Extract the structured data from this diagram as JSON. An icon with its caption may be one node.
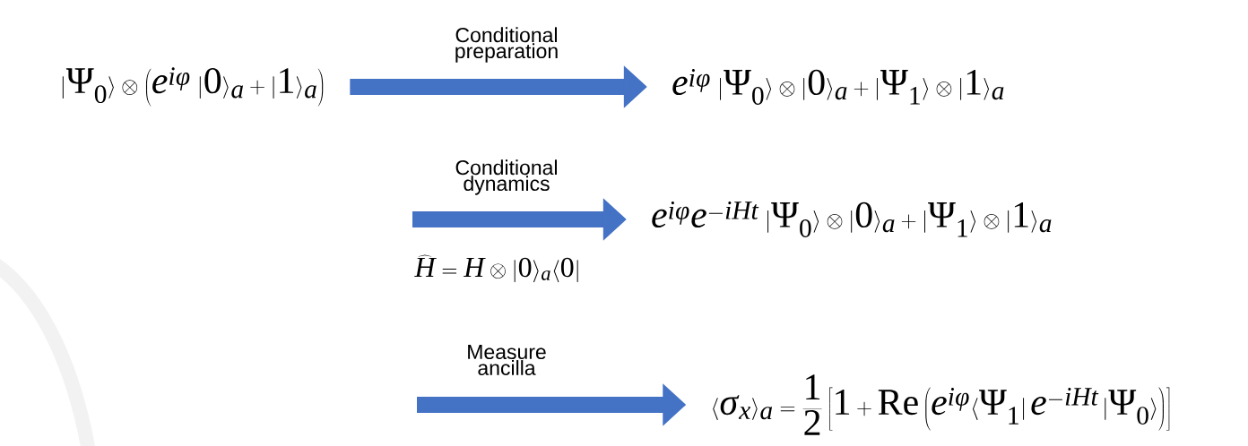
{
  "diagram": {
    "nodes": [
      {
        "text": [
          "|\\Psi_0\\rangle \\otimes \\left(e^{i\\phi}\\;|0\\rangle_a + |1\\rangle_a\\right)"
        ]
      },
      {
        "text": [
          "e^{i\\phi}\\;|\\Psi_0\\rangle\\otimes|0\\rangle_a + |\\Psi_1\\rangle\\otimes|1\\rangle_a"
        ]
      },
      {
        "text": [
          "e^{i\\phi}e^{-iHt}\\;|\\Psi_0\\rangle\\otimes|0\\rangle_a + |\\Psi_1\\rangle\\otimes|1\\rangle_a"
        ]
      },
      {
        "text": [
          "\\langle\\sigma_x\\rangle_a = \\frac{1}{2}\\left[1+\\mathrm{Re}\\left(e^{i\\phi}\\langle\\Psi_1|\\,e^{-iHt}\\,|\\Psi_0\\rangle\\right)\\right]"
        ]
      }
    ],
    "edges": [
      {
        "from": 0,
        "to": 1,
        "arrow": "to",
        "label": "Conditional preparation"
      },
      {
        "from": null,
        "to": 2,
        "arrow": "to",
        "label": "Conditional dynamics"
      },
      {
        "from": null,
        "to": 3,
        "arrow": "to",
        "label": "Measure ancilla"
      }
    ],
    "labels": [
      "\\widehat{H} = H\\otimes|0\\rangle_a\\langle 0|"
    ]
  }
}
